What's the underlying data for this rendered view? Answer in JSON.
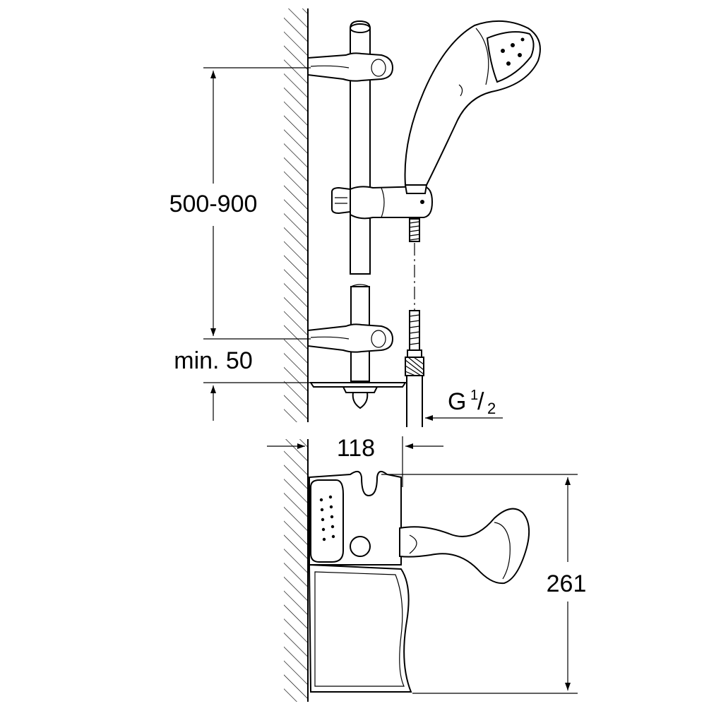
{
  "dimensions": {
    "rail_spacing": "500-900",
    "min_clearance": "min. 50",
    "thread_letter": "G",
    "thread_numerator": "1",
    "thread_slash": "/",
    "thread_denominator": "2",
    "wall_offset": "118",
    "soap_dish_height": "261"
  }
}
